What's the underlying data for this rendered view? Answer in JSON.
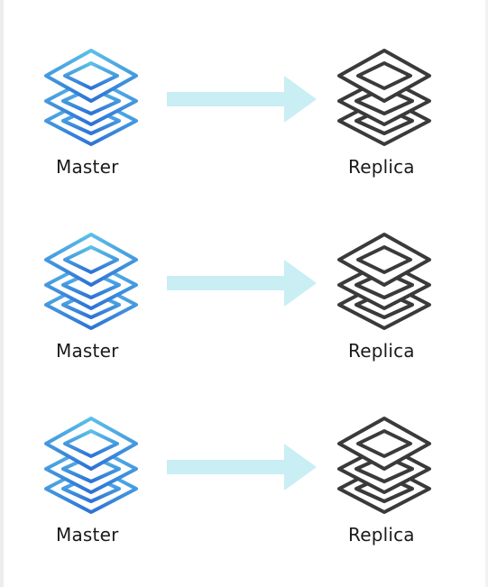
{
  "colors": {
    "master_stroke_top": "#5bbfe8",
    "master_stroke_bottom": "#2e73d6",
    "replica_stroke": "#3a3a3a",
    "arrow_fill": "#c9eef4",
    "label_color": "#1a1a1a"
  },
  "icons": {
    "master": "layered-stack-icon",
    "replica": "layered-stack-icon",
    "flow": "right-arrow-icon"
  },
  "rows": [
    {
      "source_label": "Master",
      "target_label": "Replica"
    },
    {
      "source_label": "Master",
      "target_label": "Replica"
    },
    {
      "source_label": "Master",
      "target_label": "Replica"
    }
  ]
}
